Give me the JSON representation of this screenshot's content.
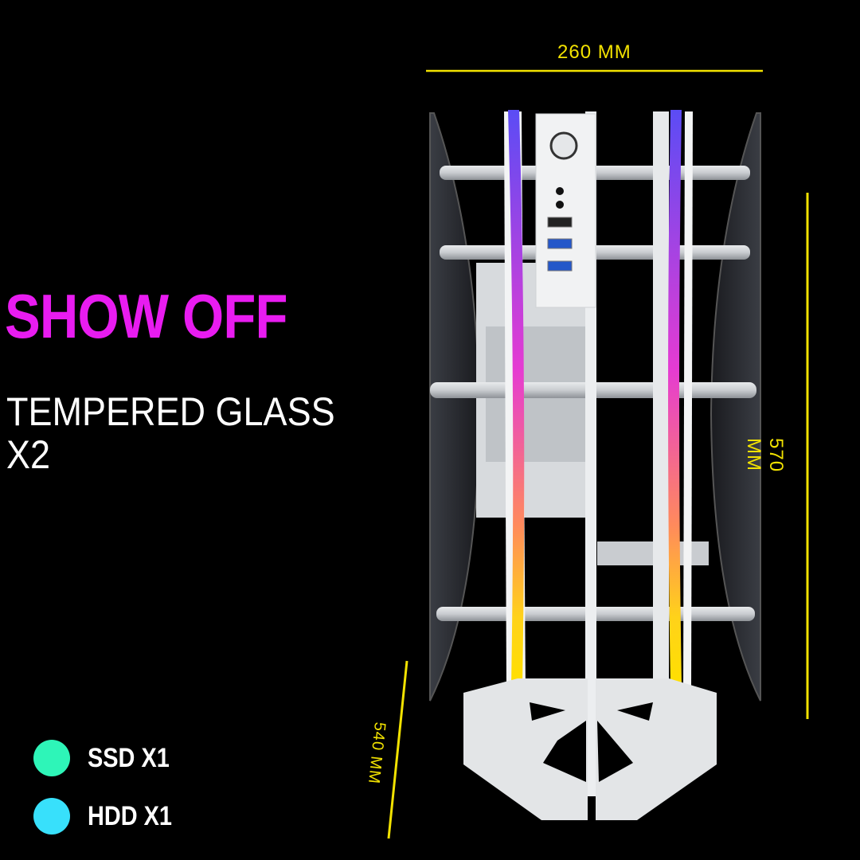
{
  "headline": "SHOW OFF",
  "subheading": {
    "line1": "TEMPERED GLASS",
    "line2": "X2"
  },
  "features": [
    {
      "label": "SSD X1",
      "color": "#2ef5b8"
    },
    {
      "label": "HDD X1",
      "color": "#38e0fb"
    }
  ],
  "dimensions": {
    "width": "260 MM",
    "height": "570 MM",
    "depth": "540 MM"
  },
  "colors": {
    "accent_magenta": "#e81cf0",
    "dimension_yellow": "#f2e200",
    "rgb_strip_top": "#5b4cf5",
    "rgb_strip_mid": "#e53bd2",
    "rgb_strip_bottom": "#ffd21a"
  },
  "product": {
    "front_io": [
      "power-button",
      "audio-jack",
      "mic-jack",
      "usb-2.0",
      "usb-3.0",
      "usb-3.0"
    ]
  }
}
